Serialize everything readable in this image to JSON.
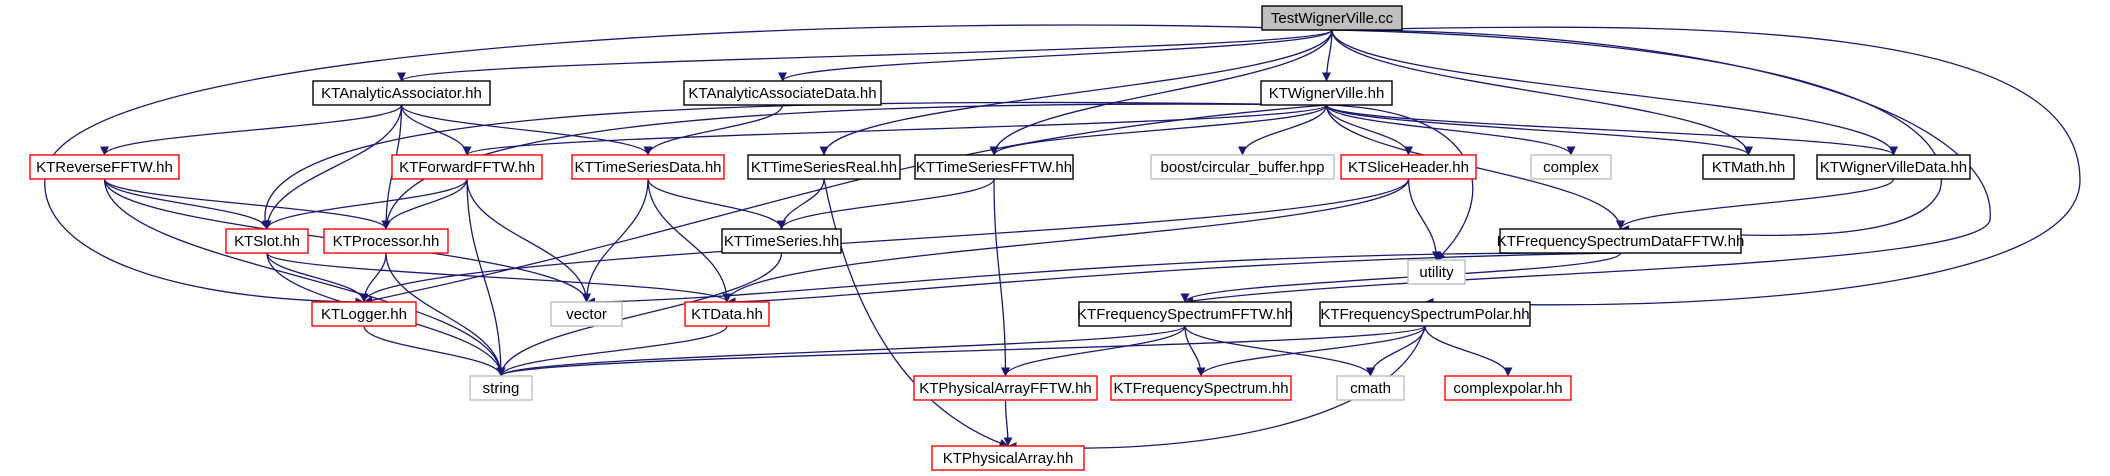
{
  "diagram": {
    "colors": {
      "edge": "#191970",
      "root_fill": "#bfbfbf",
      "normal_border": "#000000",
      "truncated_border": "#ff0000",
      "external_border": "#bfbfbf"
    },
    "nodes": [
      {
        "id": "TestWignerVille",
        "label": "TestWignerVille.cc",
        "kind": "root"
      },
      {
        "id": "KTAnalyticAssociator",
        "label": "KTAnalyticAssociator.hh",
        "kind": "normal"
      },
      {
        "id": "KTAnalyticAssociateData",
        "label": "KTAnalyticAssociateData.hh",
        "kind": "normal"
      },
      {
        "id": "KTWignerVille",
        "label": "KTWignerVille.hh",
        "kind": "normal"
      },
      {
        "id": "KTReverseFFTW",
        "label": "KTReverseFFTW.hh",
        "kind": "truncated"
      },
      {
        "id": "KTForwardFFTW",
        "label": "KTForwardFFTW.hh",
        "kind": "truncated"
      },
      {
        "id": "KTTimeSeriesData",
        "label": "KTTimeSeriesData.hh",
        "kind": "truncated"
      },
      {
        "id": "KTTimeSeriesReal",
        "label": "KTTimeSeriesReal.hh",
        "kind": "normal"
      },
      {
        "id": "KTTimeSeriesFFTW",
        "label": "KTTimeSeriesFFTW.hh",
        "kind": "normal"
      },
      {
        "id": "boost_cb",
        "label": "boost/circular_buffer.hpp",
        "kind": "external"
      },
      {
        "id": "KTSliceHeader",
        "label": "KTSliceHeader.hh",
        "kind": "truncated"
      },
      {
        "id": "complex",
        "label": "complex",
        "kind": "external"
      },
      {
        "id": "KTMath",
        "label": "KTMath.hh",
        "kind": "normal"
      },
      {
        "id": "KTWignerVilleData",
        "label": "KTWignerVilleData.hh",
        "kind": "normal"
      },
      {
        "id": "KTSlot",
        "label": "KTSlot.hh",
        "kind": "truncated"
      },
      {
        "id": "KTProcessor",
        "label": "KTProcessor.hh",
        "kind": "truncated"
      },
      {
        "id": "KTTimeSeries",
        "label": "KTTimeSeries.hh",
        "kind": "normal"
      },
      {
        "id": "utility",
        "label": "utility",
        "kind": "external"
      },
      {
        "id": "KTFrequencySpectrumDataFFTW",
        "label": "KTFrequencySpectrumDataFFTW.hh",
        "kind": "normal"
      },
      {
        "id": "KTLogger",
        "label": "KTLogger.hh",
        "kind": "truncated"
      },
      {
        "id": "vector",
        "label": "vector",
        "kind": "external"
      },
      {
        "id": "KTData",
        "label": "KTData.hh",
        "kind": "truncated"
      },
      {
        "id": "KTFrequencySpectrumFFTW",
        "label": "KTFrequencySpectrumFFTW.hh",
        "kind": "normal"
      },
      {
        "id": "KTFrequencySpectrumPolar",
        "label": "KTFrequencySpectrumPolar.hh",
        "kind": "normal"
      },
      {
        "id": "string",
        "label": "string",
        "kind": "external"
      },
      {
        "id": "KTPhysicalArrayFFTW",
        "label": "KTPhysicalArrayFFTW.hh",
        "kind": "truncated"
      },
      {
        "id": "KTFrequencySpectrum",
        "label": "KTFrequencySpectrum.hh",
        "kind": "truncated"
      },
      {
        "id": "cmath",
        "label": "cmath",
        "kind": "external"
      },
      {
        "id": "complexpolar",
        "label": "complexpolar.hh",
        "kind": "truncated"
      },
      {
        "id": "KTPhysicalArray",
        "label": "KTPhysicalArray.hh",
        "kind": "truncated"
      }
    ],
    "edges": [
      [
        "TestWignerVille",
        "KTAnalyticAssociator"
      ],
      [
        "TestWignerVille",
        "KTAnalyticAssociateData"
      ],
      [
        "TestWignerVille",
        "KTWignerVille"
      ],
      [
        "TestWignerVille",
        "KTTimeSeriesReal"
      ],
      [
        "TestWignerVille",
        "KTTimeSeriesFFTW"
      ],
      [
        "TestWignerVille",
        "KTMath"
      ],
      [
        "TestWignerVille",
        "KTWignerVilleData"
      ],
      [
        "TestWignerVille",
        "KTFrequencySpectrumDataFFTW"
      ],
      [
        "TestWignerVille",
        "KTFrequencySpectrumFFTW"
      ],
      [
        "TestWignerVille",
        "KTFrequencySpectrumPolar"
      ],
      [
        "TestWignerVille",
        "KTLogger"
      ],
      [
        "KTAnalyticAssociator",
        "KTReverseFFTW"
      ],
      [
        "KTAnalyticAssociator",
        "KTForwardFFTW"
      ],
      [
        "KTAnalyticAssociator",
        "KTTimeSeriesData"
      ],
      [
        "KTAnalyticAssociator",
        "KTSlot"
      ],
      [
        "KTAnalyticAssociator",
        "KTProcessor"
      ],
      [
        "KTAnalyticAssociateData",
        "KTTimeSeriesData"
      ],
      [
        "KTWignerVille",
        "KTForwardFFTW"
      ],
      [
        "KTWignerVille",
        "KTTimeSeriesFFTW"
      ],
      [
        "KTWignerVille",
        "boost_cb"
      ],
      [
        "KTWignerVille",
        "KTSliceHeader"
      ],
      [
        "KTWignerVille",
        "complex"
      ],
      [
        "KTWignerVille",
        "KTMath"
      ],
      [
        "KTWignerVille",
        "KTWignerVilleData"
      ],
      [
        "KTWignerVille",
        "KTFrequencySpectrumDataFFTW"
      ],
      [
        "KTWignerVille",
        "KTSlot"
      ],
      [
        "KTWignerVille",
        "KTProcessor"
      ],
      [
        "KTWignerVille",
        "KTLogger"
      ],
      [
        "KTWignerVille",
        "utility"
      ],
      [
        "KTReverseFFTW",
        "KTSlot"
      ],
      [
        "KTReverseFFTW",
        "KTProcessor"
      ],
      [
        "KTReverseFFTW",
        "vector"
      ],
      [
        "KTReverseFFTW",
        "string"
      ],
      [
        "KTForwardFFTW",
        "KTSlot"
      ],
      [
        "KTForwardFFTW",
        "KTProcessor"
      ],
      [
        "KTForwardFFTW",
        "vector"
      ],
      [
        "KTForwardFFTW",
        "string"
      ],
      [
        "KTTimeSeriesData",
        "KTTimeSeries"
      ],
      [
        "KTTimeSeriesData",
        "KTData"
      ],
      [
        "KTTimeSeriesData",
        "vector"
      ],
      [
        "KTTimeSeriesReal",
        "KTTimeSeries"
      ],
      [
        "KTTimeSeriesReal",
        "KTPhysicalArray"
      ],
      [
        "KTTimeSeriesFFTW",
        "KTTimeSeries"
      ],
      [
        "KTTimeSeriesFFTW",
        "KTPhysicalArrayFFTW"
      ],
      [
        "KTSliceHeader",
        "utility"
      ],
      [
        "KTSliceHeader",
        "KTData"
      ],
      [
        "KTSliceHeader",
        "KTLogger"
      ],
      [
        "KTWignerVilleData",
        "KTFrequencySpectrumDataFFTW"
      ],
      [
        "KTSlot",
        "KTLogger"
      ],
      [
        "KTSlot",
        "KTData"
      ],
      [
        "KTSlot",
        "string"
      ],
      [
        "KTProcessor",
        "KTLogger"
      ],
      [
        "KTProcessor",
        "string"
      ],
      [
        "KTTimeSeries",
        "string"
      ],
      [
        "KTFrequencySpectrumDataFFTW",
        "KTFrequencySpectrumFFTW"
      ],
      [
        "KTFrequencySpectrumDataFFTW",
        "KTData"
      ],
      [
        "KTFrequencySpectrumDataFFTW",
        "vector"
      ],
      [
        "KTLogger",
        "string"
      ],
      [
        "KTData",
        "string"
      ],
      [
        "KTFrequencySpectrumFFTW",
        "KTPhysicalArrayFFTW"
      ],
      [
        "KTFrequencySpectrumFFTW",
        "KTFrequencySpectrum"
      ],
      [
        "KTFrequencySpectrumFFTW",
        "cmath"
      ],
      [
        "KTFrequencySpectrumFFTW",
        "string"
      ],
      [
        "KTFrequencySpectrumPolar",
        "KTFrequencySpectrum"
      ],
      [
        "KTFrequencySpectrumPolar",
        "cmath"
      ],
      [
        "KTFrequencySpectrumPolar",
        "complexpolar"
      ],
      [
        "KTFrequencySpectrumPolar",
        "KTPhysicalArray"
      ],
      [
        "KTFrequencySpectrumPolar",
        "string"
      ],
      [
        "KTPhysicalArrayFFTW",
        "KTPhysicalArray"
      ]
    ]
  }
}
